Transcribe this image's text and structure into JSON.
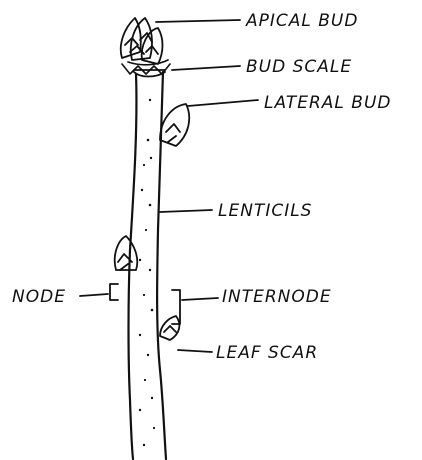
{
  "labels": {
    "apical_bud": "APICAL BUD",
    "bud_scale": "BUD SCALE",
    "lateral_bud": "LATERAL BUD",
    "lenticils": "LENTICILS",
    "internode": "INTERNODE",
    "node": "NODE",
    "leaf_scar": "LEAF SCAR"
  },
  "colors": {
    "ink": "#111111",
    "paper": "#ffffff"
  }
}
